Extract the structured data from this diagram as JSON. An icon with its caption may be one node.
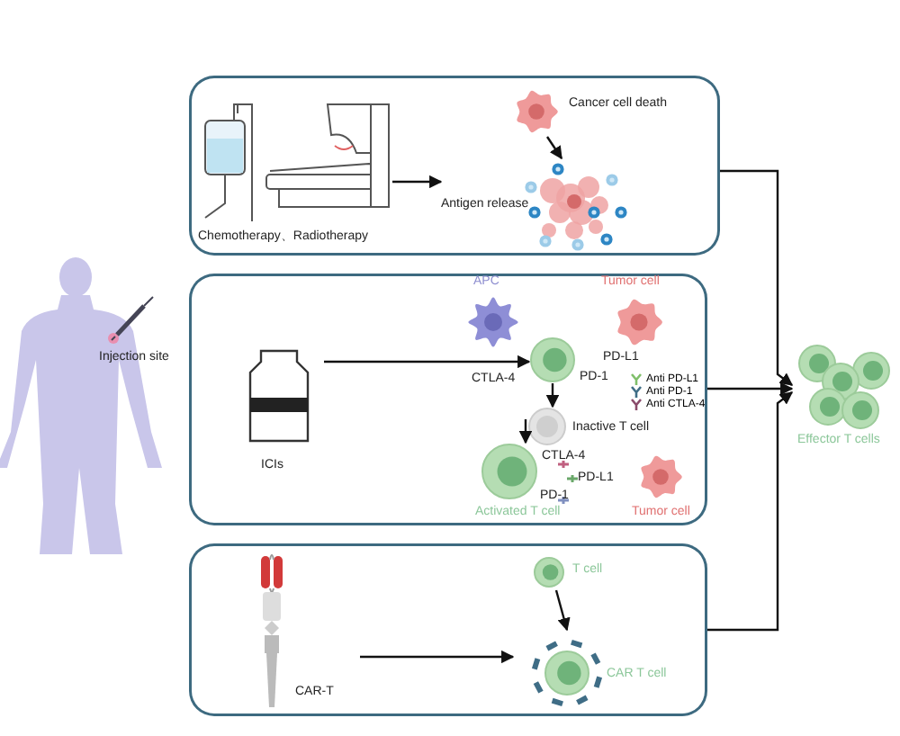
{
  "diagram": {
    "nodes": [
      {
        "text": [],
        "shape": "box"
      },
      {
        "text": [
          "Chemotherapy、Radiotherapy"
        ],
        "in": 0
      },
      {
        "text": [
          "Cancer cell death"
        ],
        "in": 0
      },
      {
        "text": [
          "Antigen release"
        ],
        "in": 0
      },
      {
        "text": [],
        "shape": "box"
      },
      {
        "text": [
          "ICIs"
        ],
        "in": 4
      },
      {
        "text": [
          "APC"
        ],
        "in": 4
      },
      {
        "text": [
          "Tumor cell"
        ],
        "in": 4
      },
      {
        "text": [],
        "shape": "circle",
        "in": 4
      },
      {
        "text": [
          "Inactive T cell"
        ],
        "in": 4
      },
      {
        "text": [
          "Activated T cell"
        ],
        "in": 4
      },
      {
        "text": [
          "Tumor cell"
        ],
        "in": 4
      },
      {
        "text": [],
        "shape": "box"
      },
      {
        "text": [
          "CAR-T"
        ],
        "in": 12
      },
      {
        "text": [
          "T cell"
        ],
        "in": 12
      },
      {
        "text": [
          "CAR T cell"
        ],
        "in": 12
      },
      {
        "text": [
          "Injection site"
        ]
      },
      {
        "text": [
          "Effector T cells"
        ]
      }
    ],
    "edges": [
      {
        "from": 1,
        "to": 3,
        "arrow": "to"
      },
      {
        "from": 2,
        "to": 3,
        "arrow": "to"
      },
      {
        "from": 5,
        "to": 8,
        "arrow": "to"
      },
      {
        "from": 8,
        "to": 9,
        "arrow": "to"
      },
      {
        "from": 9,
        "to": 10,
        "arrow": "to"
      },
      {
        "from": 13,
        "to": 15,
        "arrow": "to"
      },
      {
        "from": 14,
        "to": 15,
        "arrow": "to"
      },
      {
        "from": 0,
        "to": 17,
        "arrow": "to"
      },
      {
        "from": 4,
        "to": 17,
        "arrow": "to"
      },
      {
        "from": 12,
        "to": 17,
        "arrow": "to"
      }
    ],
    "labels": [
      "CTLA-4",
      "PD-1",
      "PD-L1",
      "CTLA-4",
      "PD-1",
      "PD-L1"
    ],
    "legend": [
      {
        "text": "Anti PD-L1"
      },
      {
        "text": "Anti PD-1"
      },
      {
        "text": "Anti CTLA-4"
      }
    ]
  }
}
